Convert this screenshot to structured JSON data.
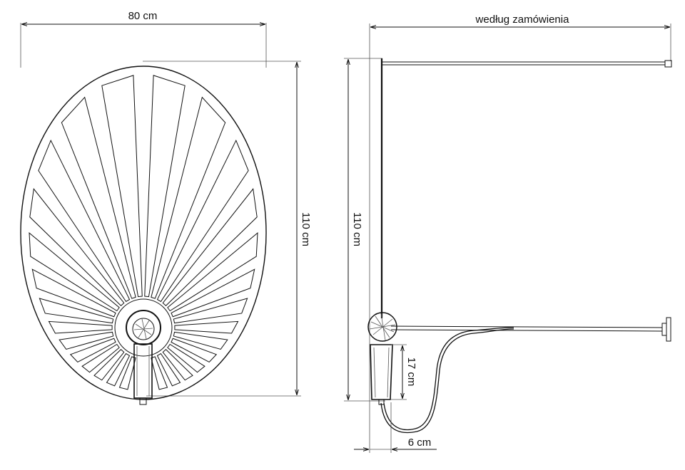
{
  "front_view": {
    "width_label": "80 cm",
    "height_label": "110 cm"
  },
  "side_view": {
    "length_label": "według zamówienia",
    "height_label": "110 cm",
    "mount_height_label": "17 cm",
    "depth_label": "6 cm"
  },
  "colors": {
    "ink": "#111111",
    "paper": "#ffffff"
  }
}
